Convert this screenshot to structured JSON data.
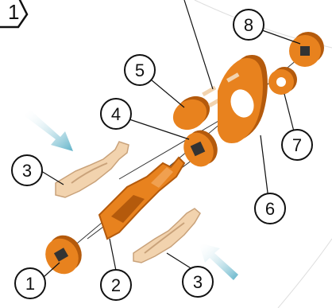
{
  "step_badge": "1",
  "callouts": [
    {
      "id": "c1",
      "label": "1"
    },
    {
      "id": "c2",
      "label": "2"
    },
    {
      "id": "c3a",
      "label": "3"
    },
    {
      "id": "c3b",
      "label": "3"
    },
    {
      "id": "c4",
      "label": "4"
    },
    {
      "id": "c5",
      "label": "5"
    },
    {
      "id": "c6",
      "label": "6"
    },
    {
      "id": "c7",
      "label": "7"
    },
    {
      "id": "c8",
      "label": "8"
    }
  ],
  "colors": {
    "orange": "#E8821E",
    "orange_dark": "#B45A0C",
    "wood": "#F2D3AE",
    "wood_dark": "#C9A27A",
    "arrow": "#5FB2C8",
    "line": "#222222"
  },
  "parts": [
    "end-cap-disc",
    "body-frame",
    "side-plate-upper",
    "side-plate-lower",
    "cam-disc",
    "pin-hub-disc",
    "pear-shaped-plate",
    "ring-washer",
    "end-washer"
  ],
  "direction_arrows": [
    "arrow-upper-left",
    "arrow-lower-right"
  ]
}
